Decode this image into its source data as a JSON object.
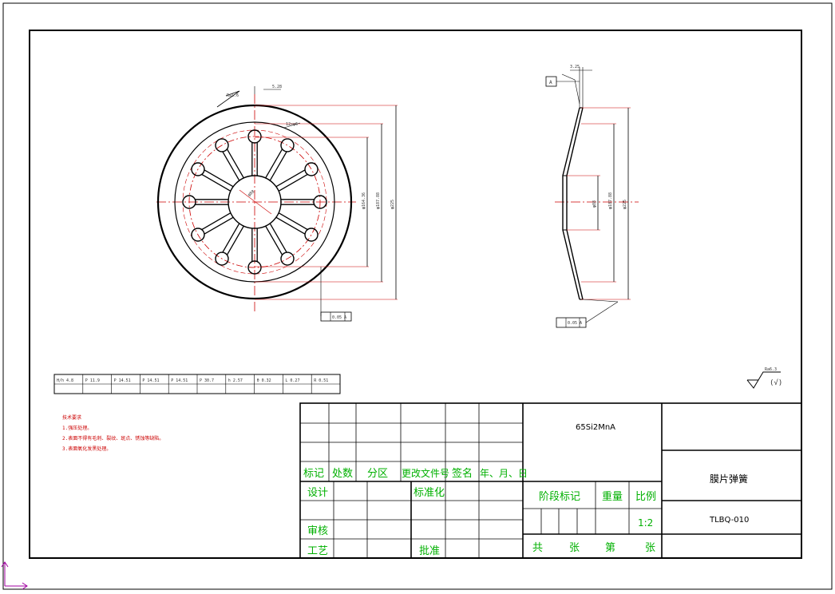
{
  "title_block": {
    "material": "65Si2MnA",
    "part_name": "膜片弹簧",
    "drawing_no": "TLBQ-010",
    "scale": "1:2",
    "rev_headers": [
      "标记",
      "处数",
      "分区",
      "更改文件号",
      "签名",
      "年、月、日"
    ],
    "design": "设计",
    "standardization": "标准化",
    "review": "审核",
    "process": "工艺",
    "approve": "批准",
    "stage_mark": "阶段标记",
    "weight": "重量",
    "ratio": "比例",
    "total": "共",
    "sheet_unit": "张",
    "sheet_no": "第",
    "sheet_unit2": "张"
  },
  "notes": {
    "title": "技术要求",
    "items": [
      "1.强压处理。",
      "2.表面不得有毛刺、裂纹、斑点、锈蚀等缺陷。",
      "3.表面氧化发黑处理。"
    ]
  },
  "front_view": {
    "dim_outer": "φ225",
    "dim_mid": "φ187.88",
    "dim_pcd": "φ164.36",
    "dim_bore": "φ88",
    "dim_slot": "12×φ6",
    "dim_top": "5.28",
    "roughness": "Ra1.6",
    "frame": "0.05 A"
  },
  "side_view": {
    "dim_thk": "3.25",
    "datum": "A",
    "dim_bore": "φ88",
    "dim_mid": "φ187.88",
    "dim_outer": "φ225",
    "frame": "0.05 A"
  },
  "params_table": {
    "headers": [
      "H/h 4.8",
      "P 11.9",
      "P 14.51",
      "P 14.51",
      "P 14.51",
      "P 30.7",
      "h 2.57",
      "θ 0.32",
      "L 0.27",
      "R 0.51"
    ],
    "values": [
      "",
      "",
      "",
      "",
      "",
      "",
      "",
      "",
      "",
      ""
    ]
  },
  "roughness_note": {
    "symbol_value": "Ra6.3",
    "suffix": "(√)"
  }
}
